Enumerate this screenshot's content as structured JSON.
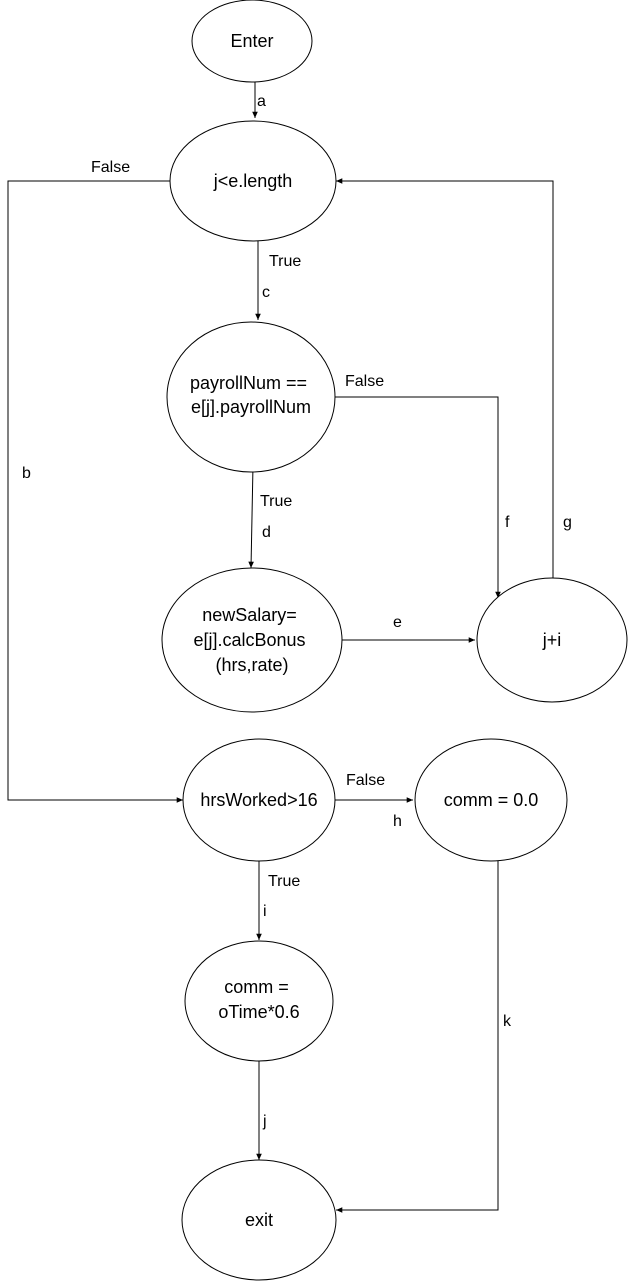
{
  "nodes": {
    "enter": [
      "Enter"
    ],
    "loop_cond": [
      "j<e.length"
    ],
    "payroll_check": [
      "payrollNum ==",
      "e[j].payrollNum"
    ],
    "new_salary": [
      "newSalary=",
      "e[j].calcBonus",
      "(hrs,rate)"
    ],
    "increment": [
      "j+i"
    ],
    "hours_check": [
      "hrsWorked>16"
    ],
    "comm_zero": [
      "comm = 0.0"
    ],
    "comm_overtime": [
      "comm =",
      "oTime*0.6"
    ],
    "exit": [
      "exit"
    ]
  },
  "edges": {
    "a": "a",
    "b": "b",
    "c": "c",
    "d": "d",
    "e": "e",
    "f": "f",
    "g": "g",
    "h": "h",
    "i": "i",
    "j": "j",
    "k": "k"
  },
  "branches": {
    "loop_false": "False",
    "loop_true": "True",
    "payroll_false": "False",
    "payroll_true": "True",
    "hours_false": "False",
    "hours_true": "True"
  },
  "colors": {
    "stroke": "#000000",
    "fill": "#ffffff",
    "background": "#ffffff"
  }
}
